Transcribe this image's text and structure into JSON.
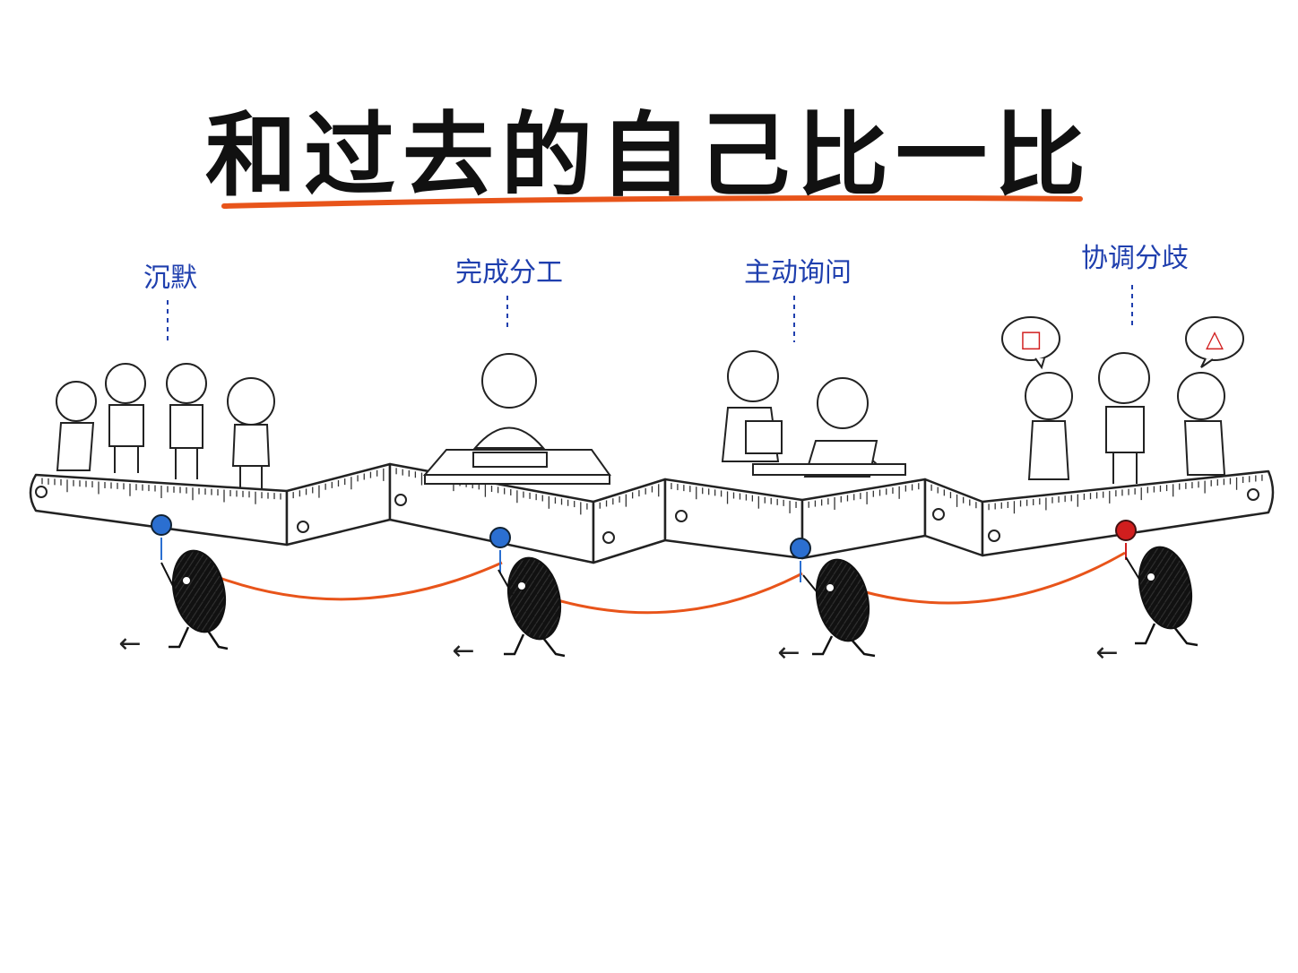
{
  "title": "和过去的自己比一比",
  "colors": {
    "title": "#111111",
    "underline": "#e8541a",
    "label": "#1f3fae",
    "marker_past": "#2b6fd1",
    "marker_current": "#d11e1e",
    "rope": "#e8541a",
    "creature": "#111111"
  },
  "stages": [
    {
      "label": "沉默",
      "marker": "past"
    },
    {
      "label": "完成分工",
      "marker": "past"
    },
    {
      "label": "主动询问",
      "marker": "past"
    },
    {
      "label": "协调分歧",
      "marker": "current"
    }
  ],
  "bubbles": {
    "left": "□",
    "right": "△"
  },
  "arrow_glyph": "←"
}
